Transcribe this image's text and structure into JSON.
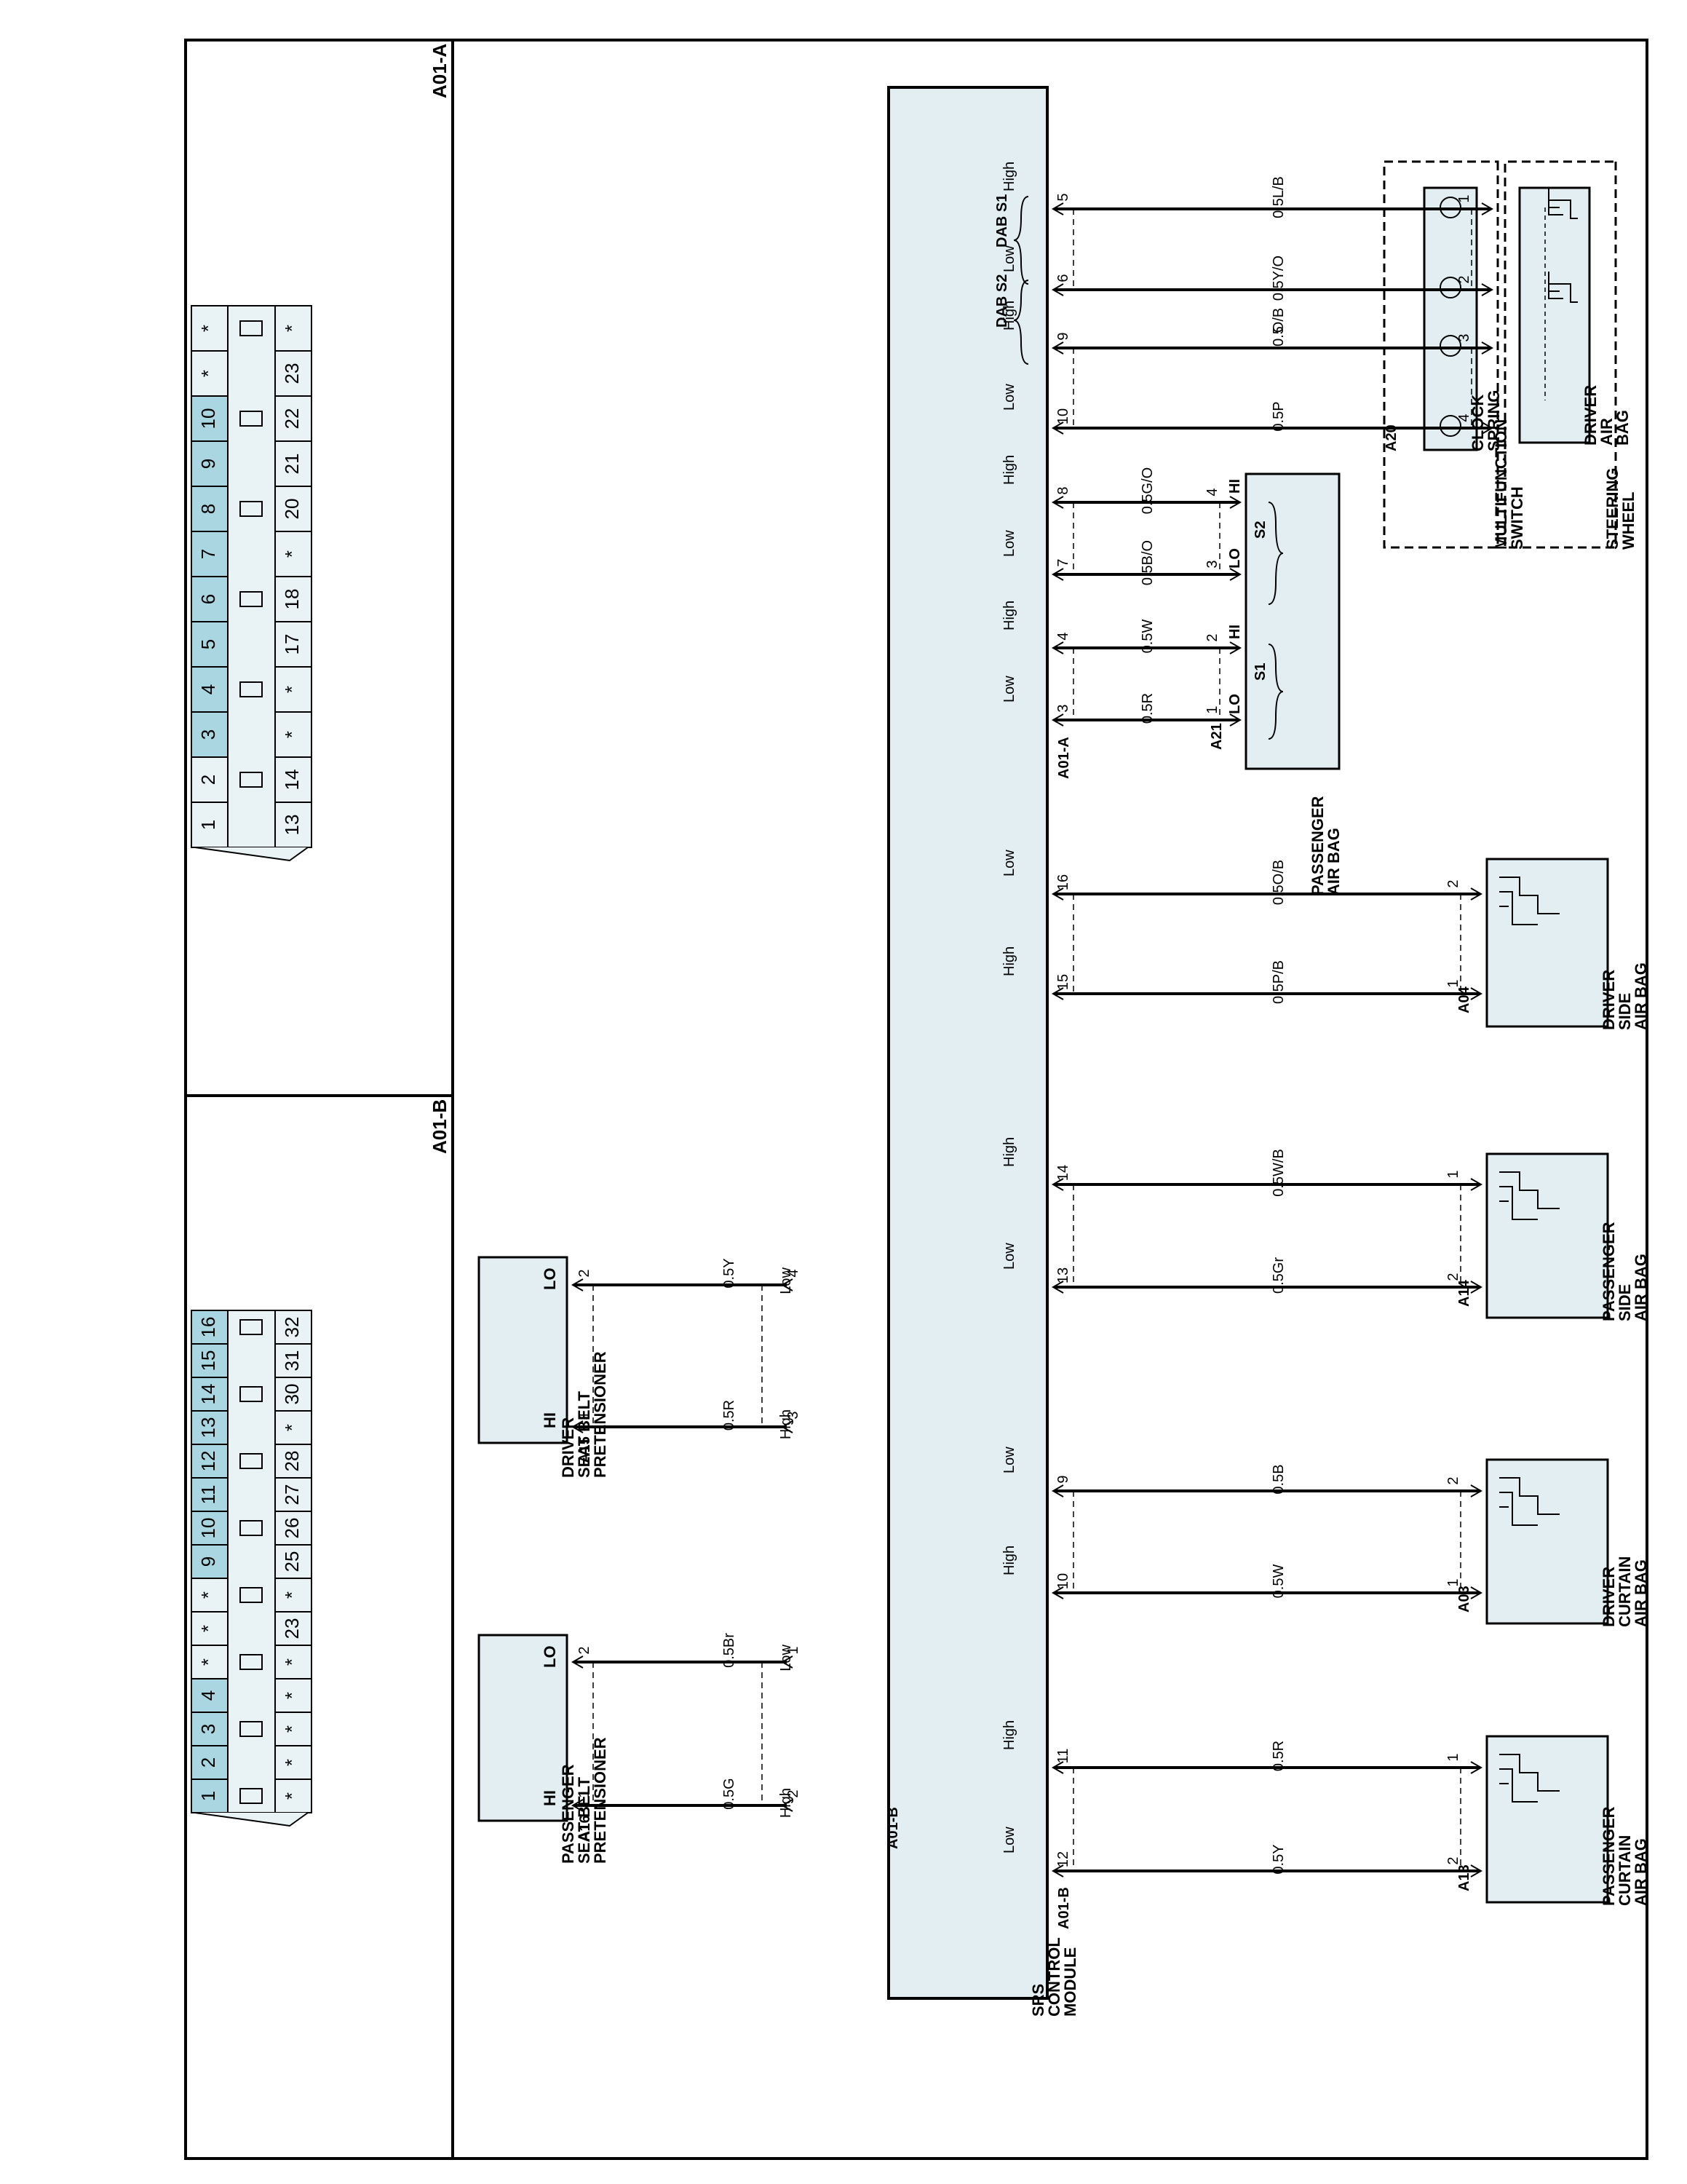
{
  "colors": {
    "module_fill": "#e2eef2",
    "component_fill": "#e2eef2",
    "pin_used": "#a9d6e0",
    "pin_blank": "#e9f3f5",
    "line": "#000000"
  },
  "module": {
    "name": [
      "SRS",
      "CONTROL",
      "MODULE"
    ]
  },
  "connectors": {
    "A20": "A20",
    "A21": "A21",
    "A01A": "A01-A",
    "A04": "A04",
    "A14": "A14",
    "A03": "A03",
    "A13": "A13",
    "A15": "A15",
    "A16": "A16",
    "A01B": "A01-B"
  },
  "components": {
    "steering_wheel": [
      "STEERING",
      "WHEEL"
    ],
    "driver_air_bag": [
      "DRIVER",
      "AIR",
      "BAG"
    ],
    "multifunction_switch": [
      "MULTIFUNCTION",
      "SWITCH"
    ],
    "clock_spring": [
      "CLOCK",
      "SPRING"
    ],
    "passenger_air_bag": [
      "PASSENGER",
      "AIR BAG"
    ],
    "driver_side_air_bag": [
      "DRIVER",
      "SIDE",
      "AIR BAG"
    ],
    "passenger_side_air_bag": [
      "PASSENGER",
      "SIDE",
      "AIR BAG"
    ],
    "driver_curtain_air_bag": [
      "DRIVER",
      "CURTAIN",
      "AIR BAG"
    ],
    "passenger_curtain_air_bag": [
      "PASSENGER",
      "CURTAIN",
      "AIR BAG"
    ],
    "driver_pretensioner": [
      "DRIVER",
      "SEAT BELT",
      "PRETENSIONER"
    ],
    "passenger_pretensioner": [
      "PASSENGER",
      "SEAT BELT",
      "PRETENSIONER"
    ]
  },
  "groups": {
    "dab_s1": "DAB S1",
    "dab_s2": "DAB S2",
    "s1": "S1",
    "s2": "S2"
  },
  "circuits": {
    "a20_1": {
      "module_pin": "5",
      "comp_pin": "1",
      "wire": "0.5L/B",
      "signal": "High"
    },
    "a20_2": {
      "module_pin": "6",
      "comp_pin": "2",
      "wire": "0.5Y/O",
      "signal": "Low"
    },
    "a20_3": {
      "module_pin": "9",
      "comp_pin": "3",
      "wire": [
        "0.5",
        "O/B"
      ],
      "signal": "High"
    },
    "a20_4": {
      "module_pin": "10",
      "comp_pin": "4",
      "wire": "0.5P",
      "signal": "Low"
    },
    "pab_4": {
      "module_pin": "8",
      "comp_pin": "4",
      "wire": "0.5G/O",
      "signal": "High",
      "term": "HI"
    },
    "pab_3": {
      "module_pin": "7",
      "comp_pin": "3",
      "wire": "0.5B/O",
      "signal": "Low",
      "term": "LO"
    },
    "pab_2": {
      "module_pin": "4",
      "comp_pin": "2",
      "wire": "0.5W",
      "signal": "High",
      "term": "HI"
    },
    "pab_1": {
      "module_pin": "3",
      "comp_pin": "1",
      "wire": "0.5R",
      "signal": "Low",
      "term": "LO"
    },
    "dsab_2": {
      "module_pin": "16",
      "comp_pin": "2",
      "wire": "0.5O/B",
      "signal": "Low"
    },
    "dsab_1": {
      "module_pin": "15",
      "comp_pin": "1",
      "wire": "0.5P/B",
      "signal": "High"
    },
    "psab_1": {
      "module_pin": "14",
      "comp_pin": "1",
      "wire": "0.5W/B",
      "signal": "High"
    },
    "psab_2": {
      "module_pin": "13",
      "comp_pin": "2",
      "wire": "0.5Gr",
      "signal": "Low"
    },
    "dcab_2": {
      "module_pin": "9",
      "comp_pin": "2",
      "wire": "0.5B",
      "signal": "Low"
    },
    "dcab_1": {
      "module_pin": "10",
      "comp_pin": "1",
      "wire": "0.5W",
      "signal": "High"
    },
    "pcab_1": {
      "module_pin": "11",
      "comp_pin": "1",
      "wire": "0.5R",
      "signal": "High"
    },
    "pcab_2": {
      "module_pin": "12",
      "comp_pin": "2",
      "wire": "0.5Y",
      "signal": "Low"
    },
    "dpt_2": {
      "module_pin": "4",
      "comp_pin": "2",
      "wire": "0.5Y",
      "signal": "Low",
      "term": "LO"
    },
    "dpt_1": {
      "module_pin": "3",
      "comp_pin": "1",
      "wire": "0.5R",
      "signal": "High",
      "term": "HI"
    },
    "ppt_2": {
      "module_pin": "1",
      "comp_pin": "2",
      "wire": "0.5Br",
      "signal": "Low",
      "term": "LO"
    },
    "ppt_1": {
      "module_pin": "2",
      "comp_pin": "1",
      "wire": "0.5G",
      "signal": "High",
      "term": "HI"
    }
  },
  "connector_views": {
    "a01a": {
      "title": "A01-A",
      "top_row": [
        "*",
        "*",
        "10",
        "9",
        "8",
        "7",
        "6",
        "5",
        "4",
        "3",
        "2",
        "1"
      ],
      "top_used": [
        false,
        false,
        true,
        true,
        true,
        true,
        true,
        true,
        true,
        true,
        false,
        false
      ],
      "bottom_row": [
        "*",
        "23",
        "22",
        "21",
        "20",
        "*",
        "18",
        "17",
        "*",
        "*",
        "14",
        "13"
      ]
    },
    "a01b": {
      "title": "A01-B",
      "top_row": [
        "16",
        "15",
        "14",
        "13",
        "12",
        "11",
        "10",
        "9",
        "*",
        "*",
        "*",
        "4",
        "3",
        "2",
        "1"
      ],
      "top_used": [
        true,
        true,
        true,
        true,
        true,
        true,
        true,
        true,
        false,
        false,
        false,
        true,
        true,
        true,
        true
      ],
      "bottom_row": [
        "32",
        "31",
        "30",
        "*",
        "28",
        "27",
        "26",
        "25",
        "*",
        "23",
        "*",
        "*",
        "*",
        "*",
        "*"
      ]
    }
  }
}
